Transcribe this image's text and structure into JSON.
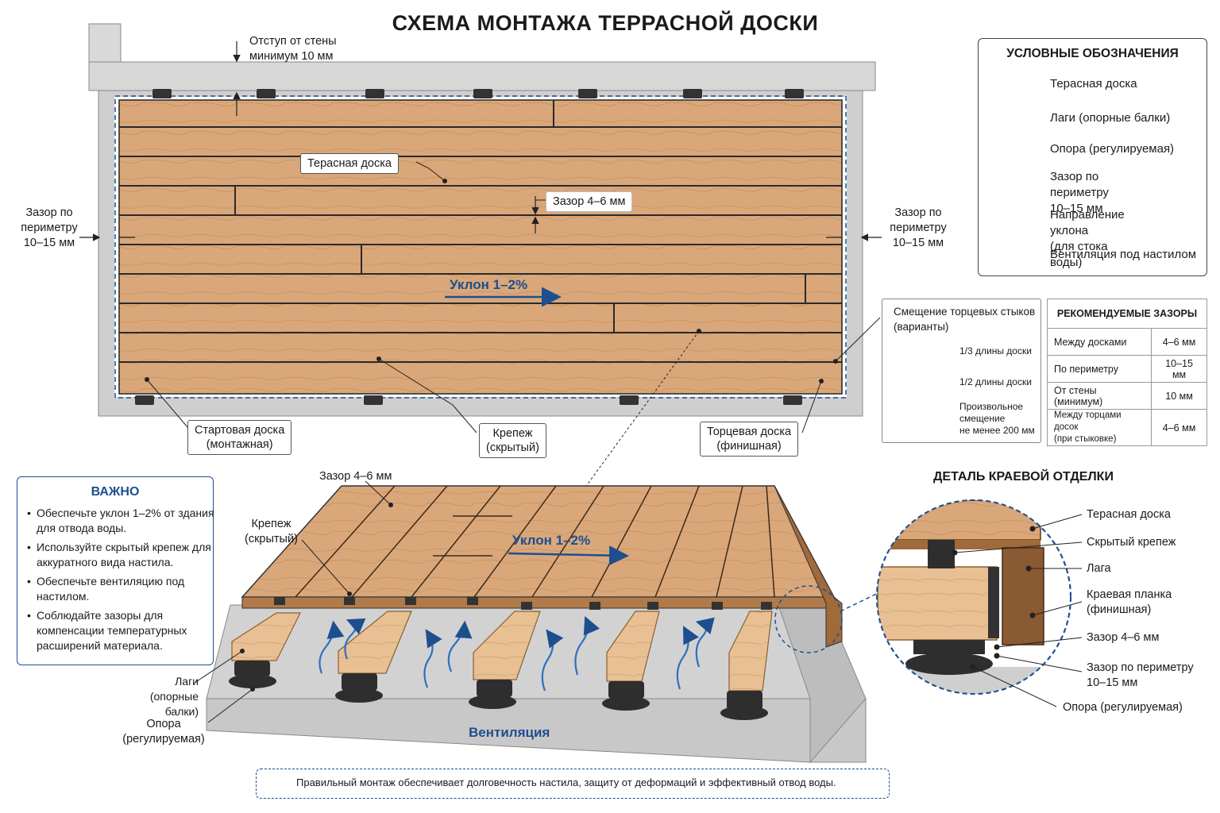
{
  "title": "СХЕМА МОНТАЖА ТЕРРАСНОЙ ДОСКИ",
  "top_view": {
    "wall_offset": "Отступ от стены\nминимум 10 мм",
    "board_label": "Терасная доска",
    "board_gap": "Зазор 4–6 мм",
    "perimeter_left": "Зазор по\nпериметру\n10–15 мм",
    "perimeter_right": "Зазор по\nпериметру\n10–15 мм",
    "slope": "Уклон 1–2%",
    "start_board": "Стартовая доска\n(монтажная)",
    "fastener": "Крепеж\n(скрытый)",
    "end_board": "Торцевая доска\n(финишная)"
  },
  "legend": {
    "title": "УСЛОВНЫЕ ОБОЗНАЧЕНИЯ",
    "items": [
      {
        "label": "Терасная доска",
        "icon": "board-swatch"
      },
      {
        "label": "Лаги (опорные балки)",
        "icon": "joist-swatch"
      },
      {
        "label": "Опора (регулируемая)",
        "icon": "pedestal-icon"
      },
      {
        "label": "Зазор по периметру\n10–15 мм",
        "icon": "dashed-line-icon"
      },
      {
        "label": "Направление уклона\n(для стока воды)",
        "icon": "arrow-right-icon"
      },
      {
        "label": "Вентиляция под настилом",
        "icon": "wave-arrow-icon"
      }
    ],
    "colors": {
      "board": "#d9a77a",
      "joist": "#ecc79a",
      "blue": "#1d4f8f"
    }
  },
  "offsets": {
    "title": "Смещение торцевых стыков\n(варианты)",
    "items": [
      "1/3 длины доски",
      "1/2 длины доски",
      "Произвольное\nсмещение\nне менее 200 мм"
    ]
  },
  "gaps_table": {
    "title": "РЕКОМЕНДУЕМЫЕ ЗАЗОРЫ",
    "rows": [
      {
        "name": "Между досками",
        "value": "4–6 мм"
      },
      {
        "name": "По периметру",
        "value": "10–15 мм"
      },
      {
        "name": "От стены (минимум)",
        "value": "10 мм"
      },
      {
        "name": "Между торцами досок\n(при стыковке)",
        "value": "4–6 мм"
      }
    ]
  },
  "important": {
    "title": "ВАЖНО",
    "items": [
      "Обеспечьте уклон 1–2% от здания для отвода воды.",
      "Используйте скрытый крепеж для аккуратного вида настила.",
      "Обеспечьте вентиляцию под настилом.",
      "Соблюдайте зазоры для компенсации температурных расширений материала."
    ]
  },
  "iso_view": {
    "gap": "Зазор 4–6 мм",
    "fastener": "Крепеж\n(скрытый)",
    "slope": "Уклон 1–2%",
    "joists": "Лаги\n(опорные балки)",
    "pedestal": "Опора\n(регулируемая)",
    "ventilation": "Вентиляция"
  },
  "detail": {
    "title": "ДЕТАЛЬ КРАЕВОЙ ОТДЕЛКИ",
    "labels": [
      "Терасная доска",
      "Скрытый крепеж",
      "Лага",
      "Краевая планка\n(финишная)",
      "Зазор 4–6 мм",
      "Зазор по периметру\n10–15 мм",
      "Опора (регулируемая)"
    ]
  },
  "note": "Правильный монтаж обеспечивает долговечность настила, защиту от деформаций и эффективный отвод воды."
}
